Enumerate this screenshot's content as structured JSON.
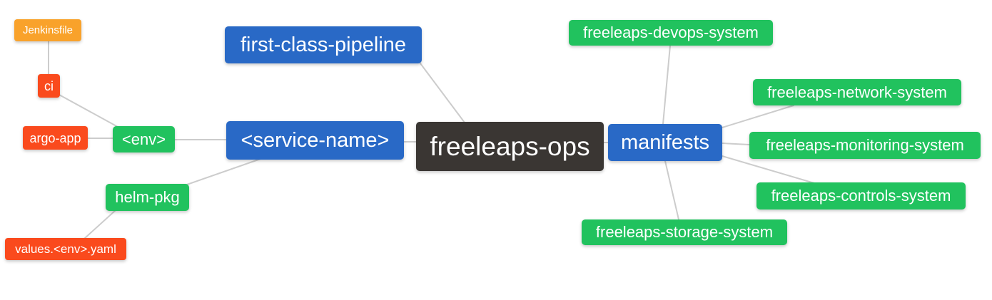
{
  "diagram": {
    "type": "mindmap",
    "root": "freeleaps-ops",
    "palette": {
      "blue": "#2969c6",
      "green": "#21c25e",
      "orange": "#f9a22b",
      "red": "#fa4a1d",
      "dark": "#3a3633",
      "edge": "#cccccc",
      "background": "#ffffff",
      "text": "#ffffff"
    },
    "nodes": [
      {
        "id": "jenkinsfile",
        "label": "Jenkinsfile",
        "color": "orange",
        "parent": "ci"
      },
      {
        "id": "ci",
        "label": "ci",
        "color": "red",
        "parent": "env"
      },
      {
        "id": "argo-app",
        "label": "argo-app",
        "color": "red",
        "parent": "env"
      },
      {
        "id": "env",
        "label": "<env>",
        "color": "green",
        "parent": "service-name"
      },
      {
        "id": "first-class-pipeline",
        "label": "first-class-pipeline",
        "color": "blue",
        "parent": "freeleaps-ops"
      },
      {
        "id": "service-name",
        "label": "<service-name>",
        "color": "blue",
        "parent": "freeleaps-ops"
      },
      {
        "id": "freeleaps-ops",
        "label": "freeleaps-ops",
        "color": "dark",
        "parent": null
      },
      {
        "id": "manifests",
        "label": "manifests",
        "color": "blue",
        "parent": "freeleaps-ops"
      },
      {
        "id": "devops-system",
        "label": "freeleaps-devops-system",
        "color": "green",
        "parent": "manifests"
      },
      {
        "id": "network-system",
        "label": "freeleaps-network-system",
        "color": "green",
        "parent": "manifests"
      },
      {
        "id": "monitoring-system",
        "label": "freeleaps-monitoring-system",
        "color": "green",
        "parent": "manifests"
      },
      {
        "id": "controls-system",
        "label": "freeleaps-controls-system",
        "color": "green",
        "parent": "manifests"
      },
      {
        "id": "storage-system",
        "label": "freeleaps-storage-system",
        "color": "green",
        "parent": "manifests"
      },
      {
        "id": "helm-pkg",
        "label": "helm-pkg",
        "color": "green",
        "parent": "service-name"
      },
      {
        "id": "values-env-yaml",
        "label": "values.<env>.yaml",
        "color": "red",
        "parent": "helm-pkg"
      }
    ],
    "edges": [
      {
        "from": "jenkinsfile",
        "to": "ci"
      },
      {
        "from": "ci",
        "to": "env"
      },
      {
        "from": "argo-app",
        "to": "env"
      },
      {
        "from": "env",
        "to": "service-name"
      },
      {
        "from": "helm-pkg",
        "to": "service-name"
      },
      {
        "from": "values-env-yaml",
        "to": "helm-pkg"
      },
      {
        "from": "service-name",
        "to": "freeleaps-ops"
      },
      {
        "from": "first-class-pipeline",
        "to": "freeleaps-ops"
      },
      {
        "from": "freeleaps-ops",
        "to": "manifests"
      },
      {
        "from": "manifests",
        "to": "devops-system"
      },
      {
        "from": "manifests",
        "to": "network-system"
      },
      {
        "from": "manifests",
        "to": "monitoring-system"
      },
      {
        "from": "manifests",
        "to": "controls-system"
      },
      {
        "from": "manifests",
        "to": "storage-system"
      }
    ]
  }
}
